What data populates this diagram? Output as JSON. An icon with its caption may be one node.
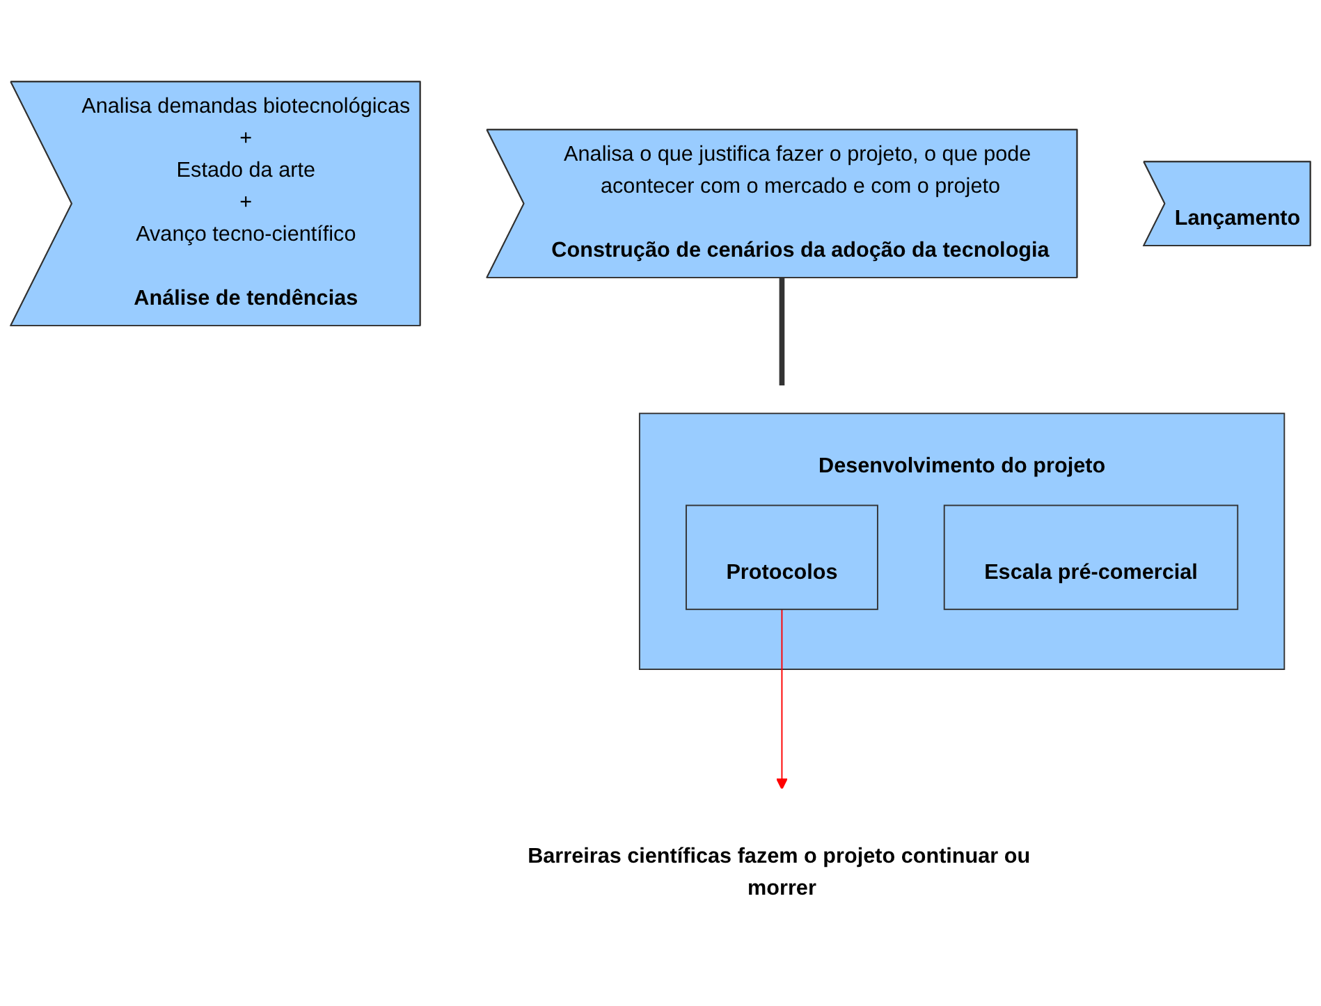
{
  "diagram": {
    "nodes": [
      {
        "text": [
          "Analisa demandas biotecnológicas",
          "+",
          "Estado da arte",
          "+",
          "Avanço tecno-científico",
          "Análise de tendências"
        ]
      },
      {
        "text": [
          "Analisa o que justifica fazer o projeto, o que pode acontecer com o mercado e com o projeto",
          "Construção de cenários da adoção da tecnologia"
        ]
      },
      {
        "text": [
          "Desenvolvimento do projeto"
        ]
      },
      {
        "text": [
          "Protocolos"
        ],
        "in": 2
      },
      {
        "text": [
          "Escala pré-comercial"
        ],
        "in": 2
      },
      {
        "text": [
          "Lançamento"
        ]
      },
      {
        "text": [
          "Barreiras científicas fazem o projeto continuar ou morrer"
        ]
      }
    ],
    "edges": [
      {
        "from": 1,
        "to": 2,
        "arrow": "none",
        "style": "thick"
      },
      {
        "from": 3,
        "to": 6,
        "arrow": "to",
        "color": "#ff0000"
      }
    ]
  }
}
